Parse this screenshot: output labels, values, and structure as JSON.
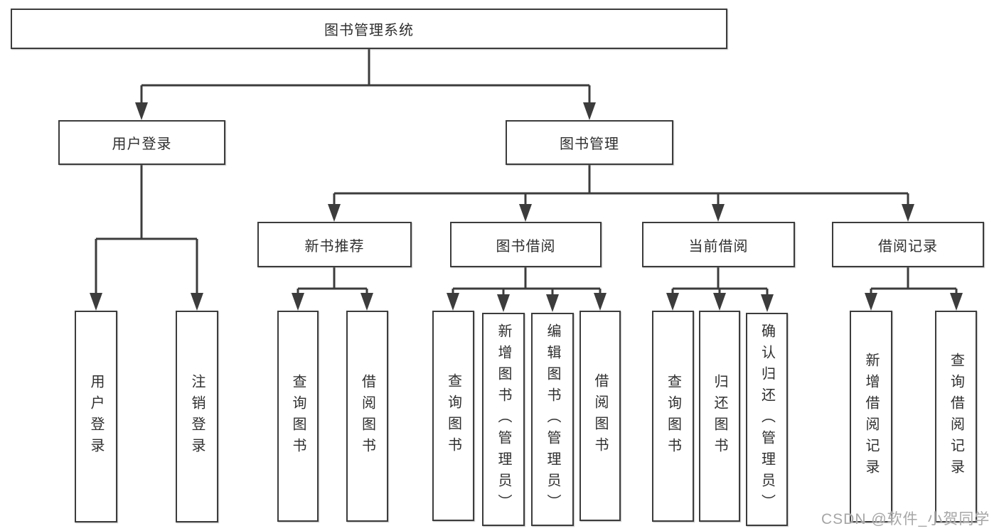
{
  "diagram": {
    "title": "图书管理系统",
    "level2": {
      "user_login": "用户登录",
      "book_management": "图书管理"
    },
    "level3": {
      "new_book_recommend": "新书推荐",
      "book_borrow": "图书借阅",
      "current_borrow": "当前借阅",
      "borrow_record": "借阅记录"
    },
    "leaves": {
      "user_login": "用户登录",
      "logout": "注销登录",
      "recommend_query": "查询图书",
      "recommend_borrow": "借阅图书",
      "borrow_query": "查询图书",
      "borrow_add": "新增图书（管理员）",
      "borrow_edit": "编辑图书（管理员）",
      "borrow_borrow": "借阅图书",
      "current_query": "查询图书",
      "current_return": "归还图书",
      "current_confirm": "确认归还（管理员）",
      "record_add": "新增借阅记录",
      "record_query": "查询借阅记录"
    }
  },
  "watermark": {
    "text": "CSDN @软件_小贺同学",
    "color": "#a6a6a6"
  },
  "colors": {
    "line": "#3c3c3c",
    "box_border": "#3c3c3c",
    "text": "#2f2f2f",
    "background": "#ffffff"
  }
}
